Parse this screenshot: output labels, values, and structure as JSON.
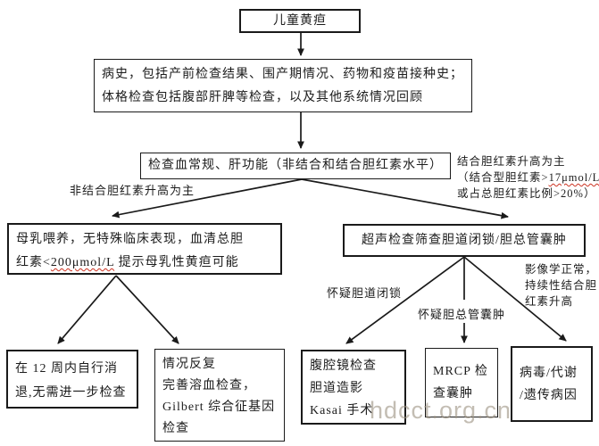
{
  "nodes": {
    "root": {
      "text": "儿童黄疸"
    },
    "history": {
      "line1": "病史，包括产前检查结果、围产期情况、药物和疫苗接种史；",
      "line2": "体格检查包括腹部肝脾等检查，以及其他系统情况回顾"
    },
    "labs": {
      "text": "检查血常规、肝功能（非结合和结合胆红素水平）"
    },
    "breast_milk": {
      "line1": "母乳喂养，无特殊临床表现，血清总胆",
      "line2_pre": "红素<",
      "line2_mark": "200μmol/L",
      "line2_post": " 提示母乳性黄疸可能"
    },
    "ultrasound": {
      "text": "超声检查筛查胆道闭锁/胆总管囊肿"
    },
    "self_resolve": {
      "line1": "在 12 周内自行消",
      "line2": "退,无需进一步检查"
    },
    "recurrent": {
      "line1": "情况反复",
      "line2": "完善溶血检查，",
      "line3": "Gilbert 综合征基因",
      "line4": "检查"
    },
    "laparoscopy": {
      "line1": "腹腔镜检查",
      "line2": "胆道造影",
      "line3": "Kasai 手术"
    },
    "mrcp": {
      "line1": "MRCP 检",
      "line2": "查囊肿"
    },
    "etiology": {
      "line1": "病毒/代谢",
      "line2": "/遗传病因"
    }
  },
  "edge_labels": {
    "unconjugated": "非结合胆红素升高为主",
    "conjugated_line1": "结合胆红素升高为主",
    "conjugated_line2_pre": "（结合型胆红素>",
    "conjugated_line2_mark": "17μmol/L",
    "conjugated_line3": "或占总胆红素比例>20%）",
    "suspect_atresia": "怀疑胆道闭锁",
    "suspect_cyst": "怀疑胆总管囊肿",
    "imaging_line1": "影像学正常，",
    "imaging_line2": "持续性结合胆",
    "imaging_line3": "红素升高"
  },
  "watermark": "hdcct.org.cn",
  "colors": {
    "line": "#1a1a1a",
    "text": "#1c1c1c",
    "watermark": "#9e9484",
    "background": "#ffffff"
  }
}
